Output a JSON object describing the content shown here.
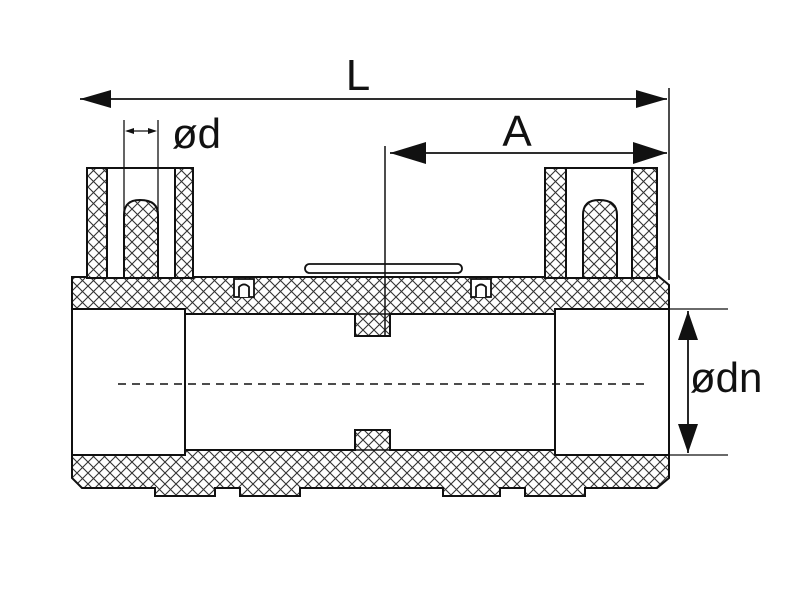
{
  "labels": {
    "length": "L",
    "socket_depth": "A",
    "terminal_pin_diameter": "ød",
    "nominal_diameter": "ødn"
  },
  "colors": {
    "line": "#111111",
    "hatch": "#333333",
    "background": "#ffffff"
  }
}
